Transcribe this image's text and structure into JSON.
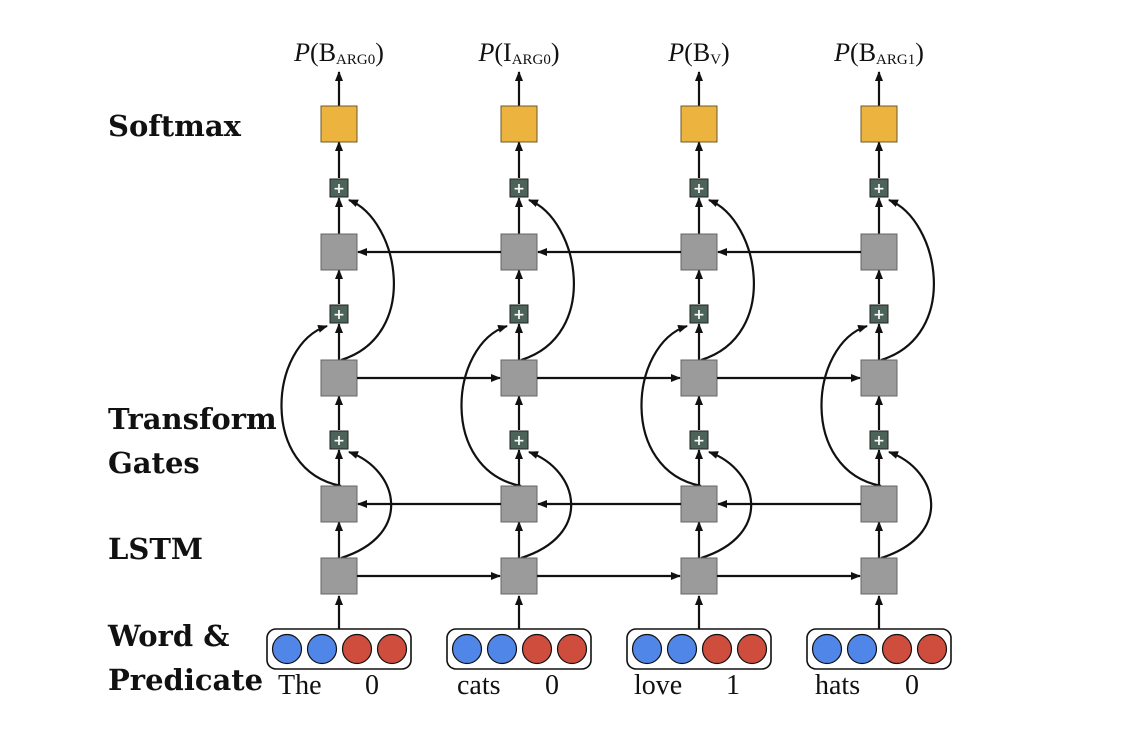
{
  "row_labels": {
    "softmax": "Softmax",
    "transform_gates_line1": "Transform",
    "transform_gates_line2": "Gates",
    "lstm": "LSTM",
    "input_line1": "Word &",
    "input_line2": "Predicate"
  },
  "columns": [
    {
      "word": "The",
      "predicate_flag": "0",
      "output": {
        "prefix": "P",
        "tag": "B",
        "subscript": "ARG0"
      }
    },
    {
      "word": "cats",
      "predicate_flag": "0",
      "output": {
        "prefix": "P",
        "tag": "I",
        "subscript": "ARG0"
      }
    },
    {
      "word": "love",
      "predicate_flag": "1",
      "output": {
        "prefix": "P",
        "tag": "B",
        "subscript": "V"
      }
    },
    {
      "word": "hats",
      "predicate_flag": "0",
      "output": {
        "prefix": "P",
        "tag": "B",
        "subscript": "ARG1"
      }
    }
  ],
  "gate_symbol": "+",
  "lstm_directions": [
    "forward",
    "backward",
    "forward",
    "backward"
  ],
  "colors": {
    "softmax_box": "#ecb33f",
    "lstm_cell": "#9b9b9b",
    "gate_box": "#4b6358",
    "word_embedding_circle": "#4f86e8",
    "predicate_embedding_circle": "#cf4d3d",
    "arrow": "#111111"
  }
}
